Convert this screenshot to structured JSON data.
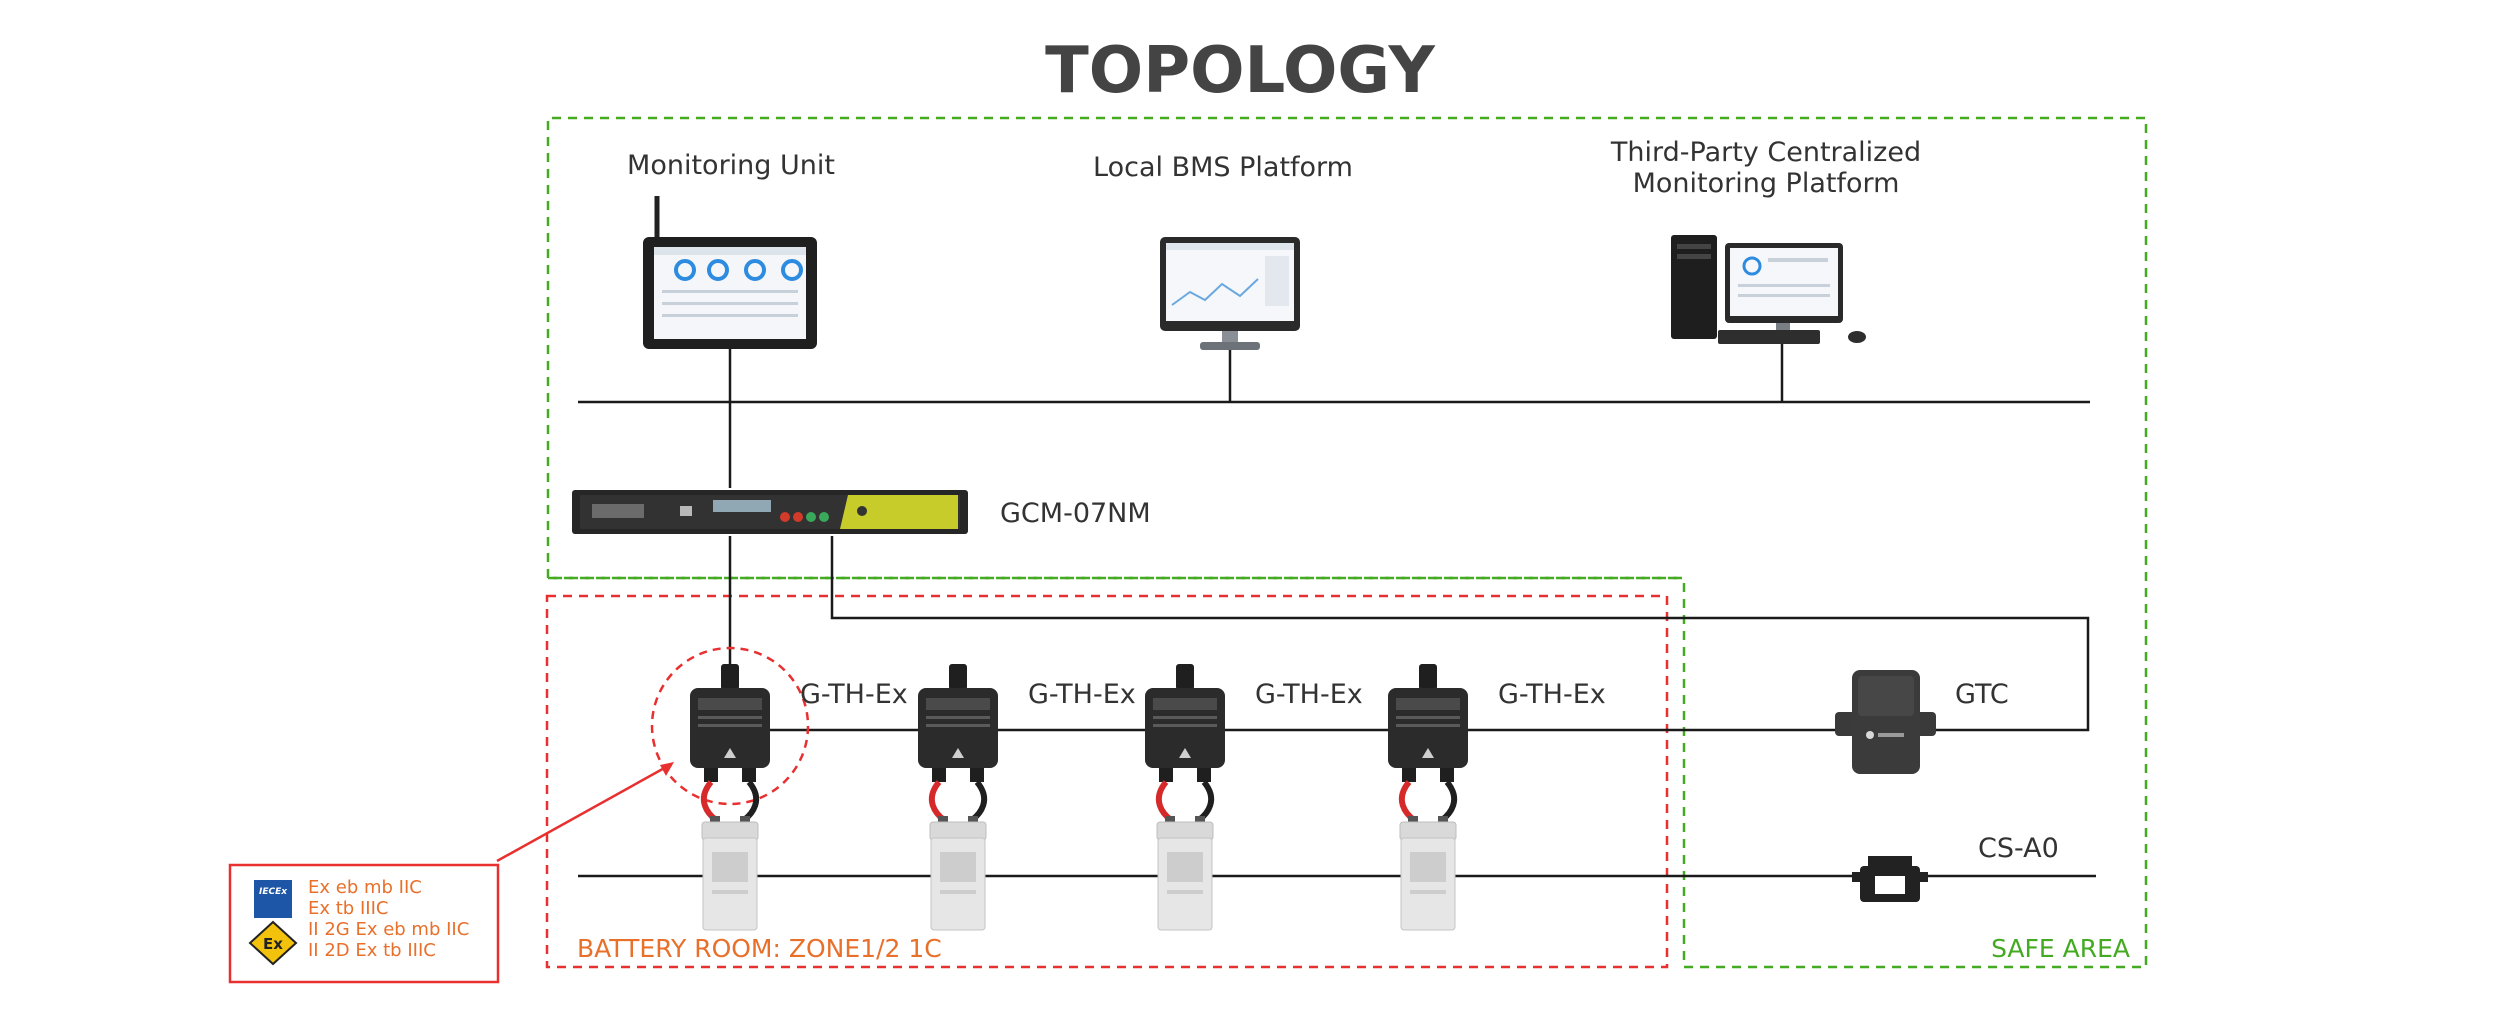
{
  "title": "TOPOLOGY",
  "top_devices": {
    "monitoring_unit": "Monitoring Unit",
    "local_bms": "Local BMS Platform",
    "third_party_line1": "Third-Party Centralized",
    "third_party_line2": "Monitoring Platform"
  },
  "gateway": {
    "label": "GCM-07NM"
  },
  "sensors": [
    {
      "label": "G-TH-Ex"
    },
    {
      "label": "G-TH-Ex"
    },
    {
      "label": "G-TH-Ex"
    },
    {
      "label": "G-TH-Ex"
    }
  ],
  "safe_devices": {
    "gtc": "GTC",
    "cs": "CS-A0"
  },
  "zones": {
    "battery_room": "BATTERY ROOM: ZONE1/2 1C",
    "safe_area": "SAFE AREA"
  },
  "certification": {
    "iecex_logo": "IECEx",
    "ex_logo": "Ex",
    "lines": [
      "Ex eb mb IIC",
      "Ex tb IIIC",
      "II 2G Ex eb mb IIC",
      "II 2D Ex tb IIIC"
    ]
  },
  "colors": {
    "title": "#444444",
    "battery_zone_border": "#e83030",
    "safe_zone_border": "#44aa22",
    "zone_label_orange": "#e8702a",
    "gateway_accent": "#c8cc2a"
  }
}
